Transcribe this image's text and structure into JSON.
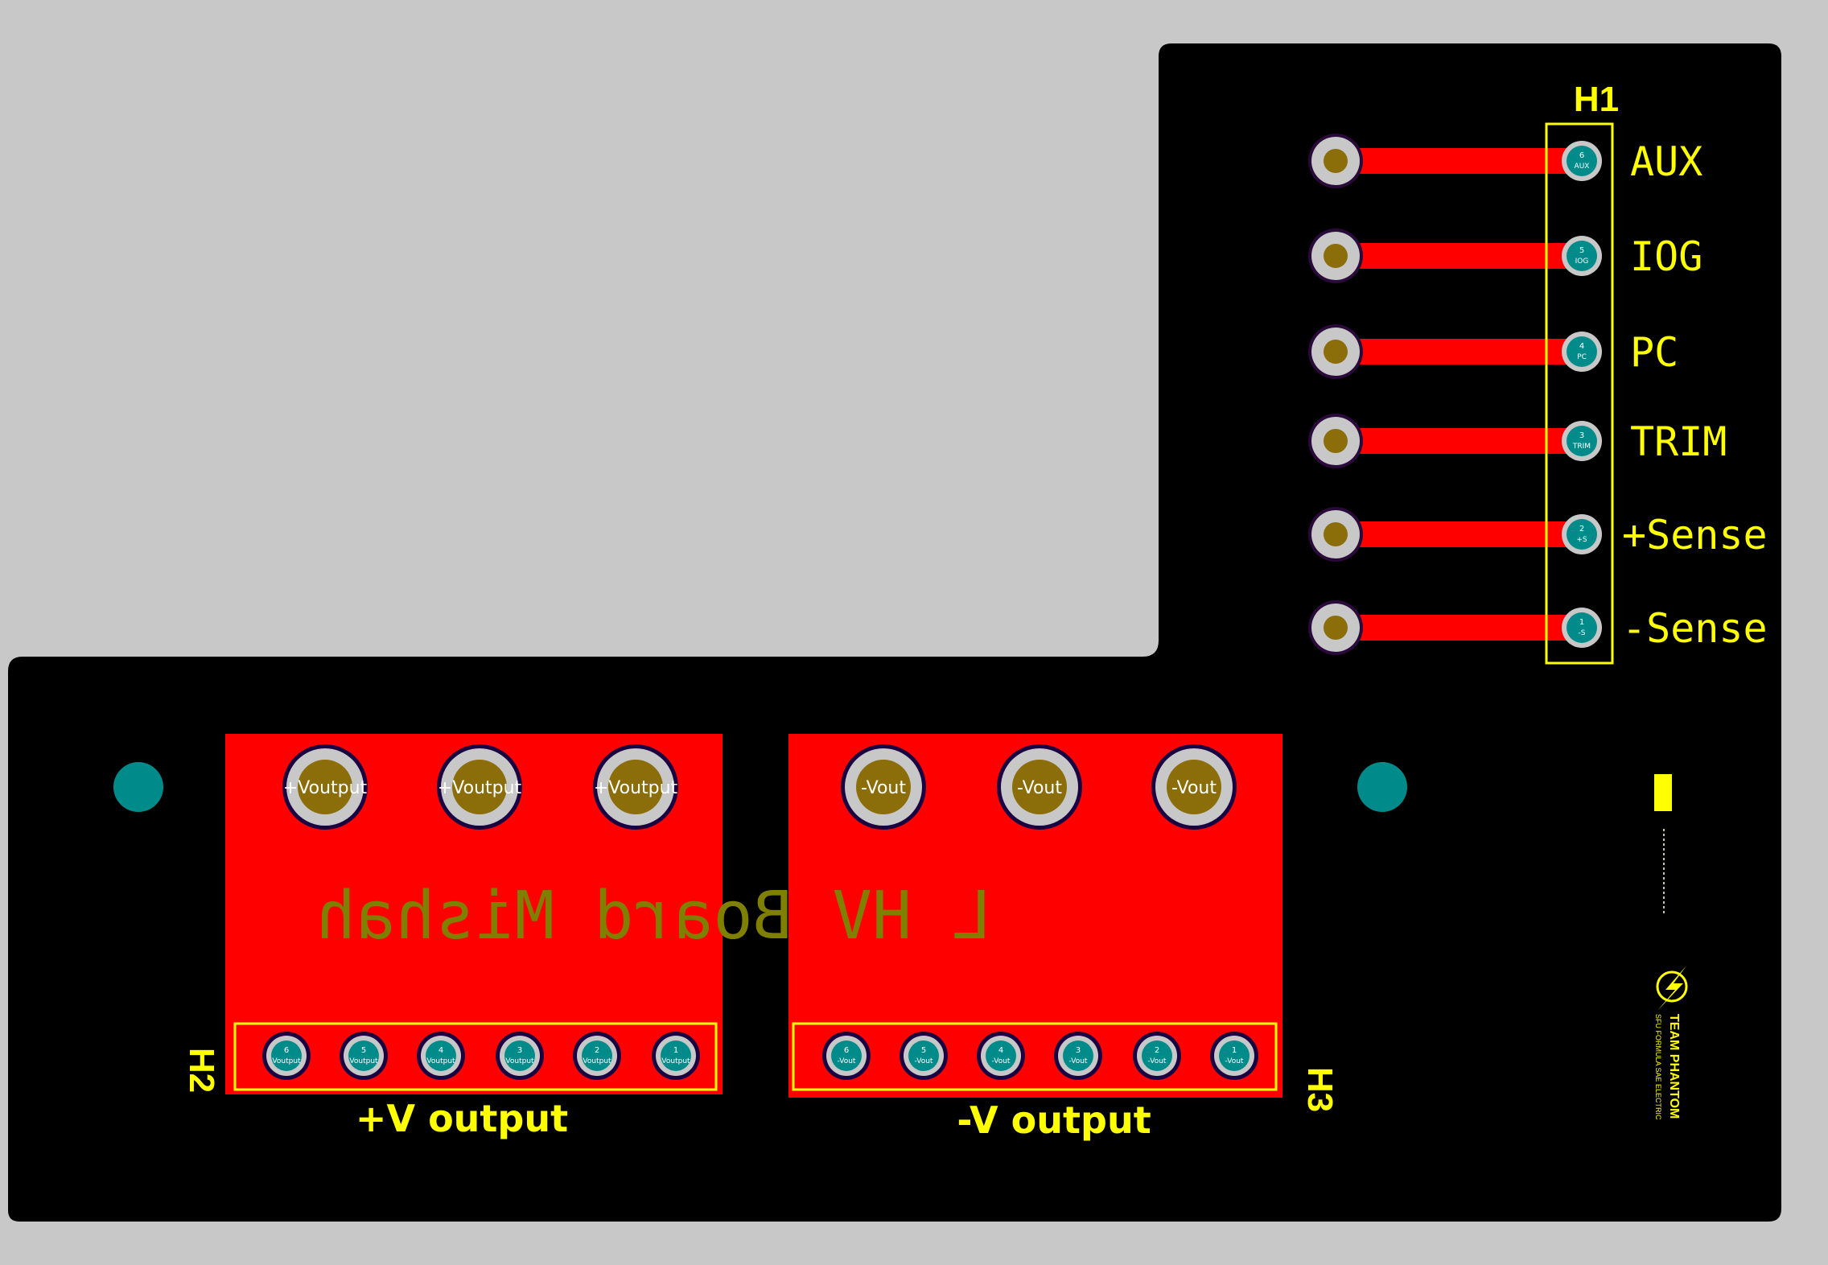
{
  "colors": {
    "background": "#c8c8c8",
    "board": "#000000",
    "copper": "#ff0000",
    "silkscreen": "#ffff00",
    "pad_ring": "#c8c8c8",
    "drill": "#008b8b",
    "pad_center": "#8b6d0a",
    "bottom_text": "#808000"
  },
  "header_h1": {
    "designator": "H1",
    "pins": [
      {
        "num": "6",
        "short": "AUX",
        "label": "AUX"
      },
      {
        "num": "5",
        "short": "IOG",
        "label": "IOG"
      },
      {
        "num": "4",
        "short": "PC",
        "label": "PC"
      },
      {
        "num": "3",
        "short": "TRIM",
        "label": "TRIM"
      },
      {
        "num": "2",
        "short": "+S",
        "label": "+Sense"
      },
      {
        "num": "1",
        "short": "-S",
        "label": "-Sense"
      }
    ]
  },
  "header_h2": {
    "designator": "H2",
    "caption": "+V output",
    "pins": [
      {
        "num": "6",
        "short": "Voutput"
      },
      {
        "num": "5",
        "short": "Voutput"
      },
      {
        "num": "4",
        "short": "Voutput"
      },
      {
        "num": "3",
        "short": "Voutput"
      },
      {
        "num": "2",
        "short": "Voutput"
      },
      {
        "num": "1",
        "short": "Voutput"
      }
    ],
    "big_pads": [
      "+Voutput",
      "+Voutput",
      "+Voutput"
    ]
  },
  "header_h3": {
    "designator": "H3",
    "caption": "-V output",
    "pins": [
      {
        "num": "6",
        "short": "-Vout"
      },
      {
        "num": "5",
        "short": "-Vout"
      },
      {
        "num": "4",
        "short": "-Vout"
      },
      {
        "num": "3",
        "short": "-Vout"
      },
      {
        "num": "2",
        "short": "-Vout"
      },
      {
        "num": "1",
        "short": "-Vout"
      }
    ],
    "big_pads": [
      "-Vout",
      "-Vout",
      "-Vout"
    ]
  },
  "board_title": "L HV Board Mishah",
  "logo": {
    "name": "TEAM PHANTOM",
    "tagline": "SFU FORMULA SAE ELECTRIC"
  }
}
